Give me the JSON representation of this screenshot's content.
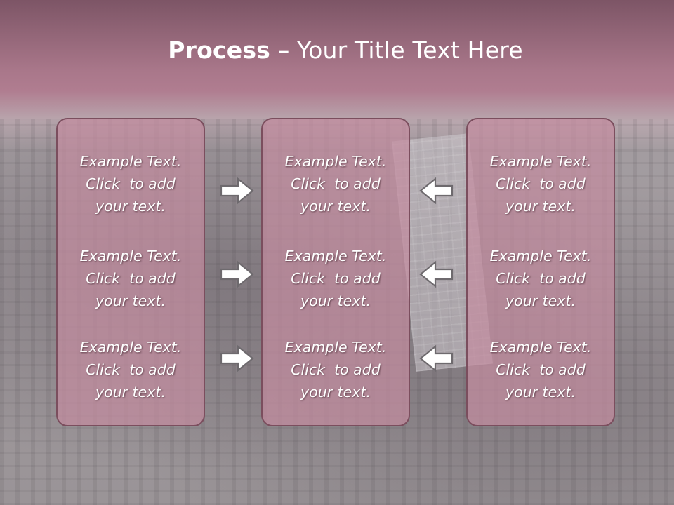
{
  "title": {
    "bold": "Process",
    "rest": " – Your Title Text Here"
  },
  "columns": [
    {
      "items": [
        [
          "Example Text.",
          "Click  to add",
          "your text."
        ],
        [
          "Example Text.",
          "Click  to add",
          "your text."
        ],
        [
          "Example Text.",
          "Click  to add",
          "your text."
        ]
      ]
    },
    {
      "items": [
        [
          "Example Text.",
          "Click  to add",
          "your text."
        ],
        [
          "Example Text.",
          "Click  to add",
          "your text."
        ],
        [
          "Example Text.",
          "Click  to add",
          "your text."
        ]
      ]
    },
    {
      "items": [
        [
          "Example Text.",
          "Click  to add",
          "your text."
        ],
        [
          "Example Text.",
          "Click  to add",
          "your text."
        ],
        [
          "Example Text.",
          "Click  to add",
          "your text."
        ]
      ]
    }
  ],
  "arrows": {
    "left_group": [
      "arrow-right-icon",
      "arrow-right-icon",
      "arrow-right-icon"
    ],
    "right_group": [
      "arrow-left-icon",
      "arrow-left-icon",
      "arrow-left-icon"
    ]
  },
  "colors": {
    "box_fill": "#c48ca0",
    "box_border": "#7b4e5e",
    "header_band": "#b07d90",
    "text": "#ffffff"
  }
}
